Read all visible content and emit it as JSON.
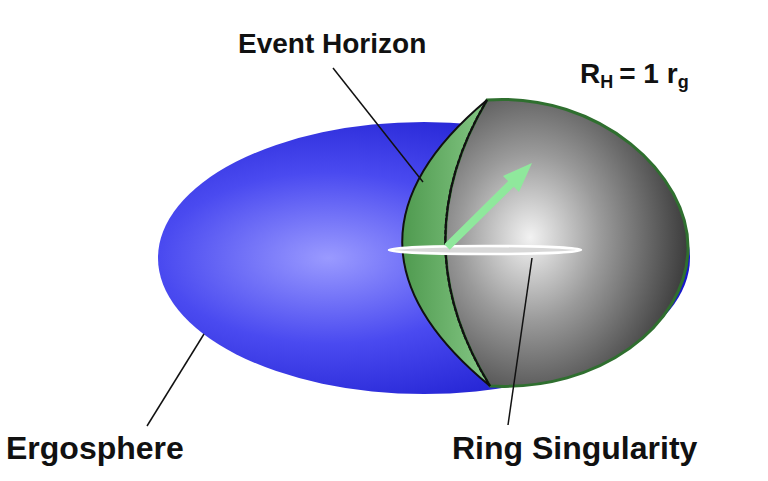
{
  "diagram": {
    "labels": [
      "Event Horizon",
      "R",
      "H",
      "= 1 r",
      "g",
      "Ergosphere",
      "Ring Singularity"
    ]
  }
}
